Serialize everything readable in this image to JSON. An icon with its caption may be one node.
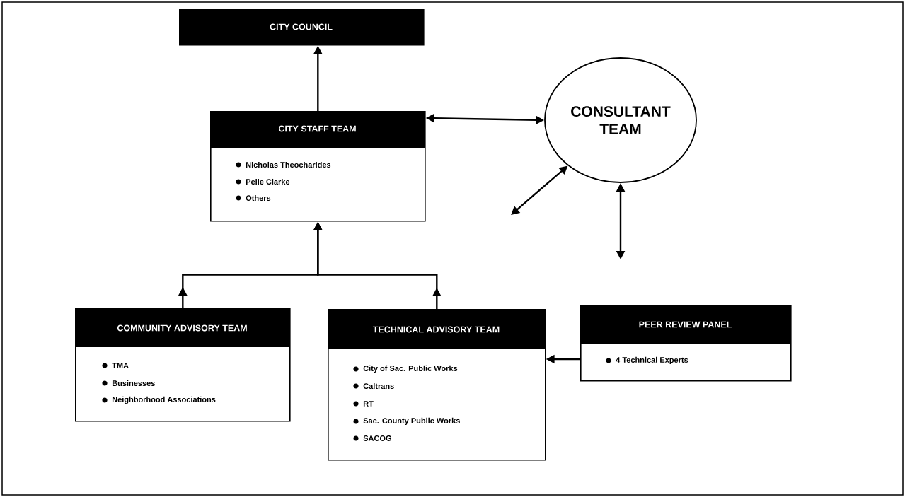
{
  "diagram": {
    "nodes": [
      {
        "text": [
          "CITY COUNCIL"
        ]
      },
      {
        "text": [
          "CITY STAFF TEAM",
          "Nicholas Theocharides",
          "Pelle Clarke",
          "Others"
        ]
      },
      {
        "text": [
          "CONSULTANT TEAM"
        ]
      },
      {
        "text": [
          "COMMUNITY ADVISORY TEAM",
          "TMA",
          "Businesses",
          "Neighborhood Associations"
        ]
      },
      {
        "text": [
          "TECHNICAL ADVISORY TEAM",
          "City of Sac. Public Works",
          "Caltrans",
          "RT",
          "Sac. County Public Works",
          "SACOG"
        ]
      },
      {
        "text": [
          "PEER REVIEW PANEL",
          "4 Technical Experts"
        ]
      }
    ],
    "edges": [
      {
        "from": 1,
        "to": 0,
        "arrow": "to"
      },
      {
        "from": 3,
        "to": 1,
        "arrow": "to"
      },
      {
        "from": 4,
        "to": 1,
        "arrow": "to"
      },
      {
        "from": 5,
        "to": 4,
        "arrow": "to"
      },
      {
        "from": 1,
        "to": 2,
        "arrow": "both"
      },
      {
        "from": 2,
        "to": null,
        "arrow": "both"
      },
      {
        "from": 2,
        "to": null,
        "arrow": "both"
      }
    ]
  }
}
